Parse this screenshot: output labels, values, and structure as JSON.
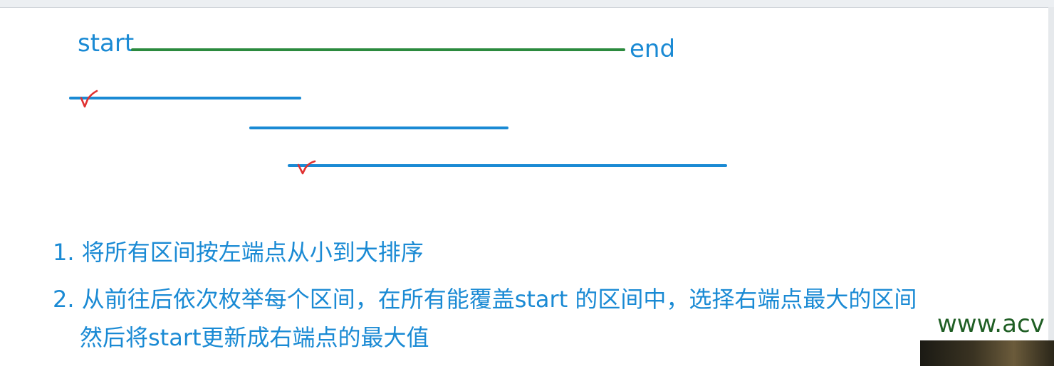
{
  "diagram": {
    "start_label": "start",
    "end_label": "end",
    "accent_blue": "#1a8ad4",
    "target_green": "#2b8a3e",
    "check_red": "#e03131",
    "check_icon": "checkmark-icon"
  },
  "steps": [
    "1. 将所有区间按左端点从小到大排序",
    "2. 从前往后依次枚举每个区间，在所有能覆盖start 的区间中，选择右端点最大的区间",
    "然后将start更新成右端点的最大值"
  ],
  "watermark": "www.acv"
}
